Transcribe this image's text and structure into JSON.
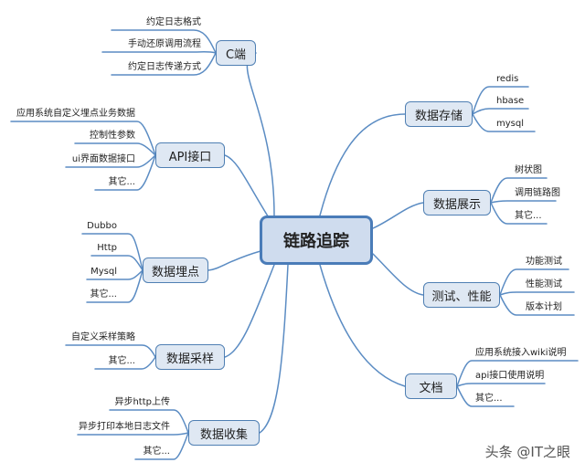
{
  "center": {
    "label": "链路追踪"
  },
  "branches": {
    "c_end": {
      "label": "C端",
      "leaves": [
        "约定日志格式",
        "手动还原调用流程",
        "约定日志传递方式"
      ]
    },
    "api": {
      "label": "API接口",
      "leaves": [
        "应用系统自定义埋点业务数据",
        "控制性参数",
        "ui界面数据接口",
        "其它..."
      ]
    },
    "tracking": {
      "label": "数据埋点",
      "leaves": [
        "Dubbo",
        "Http",
        "Mysql",
        "其它..."
      ]
    },
    "sampling": {
      "label": "数据采样",
      "leaves": [
        "自定义采样策略",
        "其它..."
      ]
    },
    "collect": {
      "label": "数据收集",
      "leaves": [
        "异步http上传",
        "异步打印本地日志文件",
        "其它..."
      ]
    },
    "storage": {
      "label": "数据存储",
      "leaves": [
        "redis",
        "hbase",
        "mysql"
      ]
    },
    "display": {
      "label": "数据展示",
      "leaves": [
        "树状图",
        "调用链路图",
        "其它..."
      ]
    },
    "test": {
      "label": "测试、性能",
      "leaves": [
        "功能测试",
        "性能测试",
        "版本计划"
      ]
    },
    "docs": {
      "label": "文档",
      "leaves": [
        "应用系统接入wiki说明",
        "api接口使用说明",
        "其它..."
      ]
    }
  },
  "watermark": "头条 @IT之眼",
  "colors": {
    "line": "#5b8cc3",
    "node_fill": "#dfe8f3",
    "node_border": "#4f7fb3"
  }
}
